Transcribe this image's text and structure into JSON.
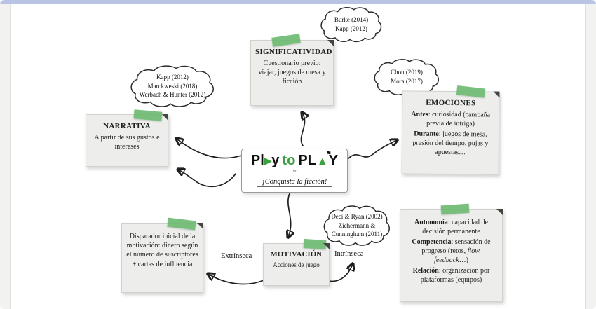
{
  "colors": {
    "accent_green": "#3aa23f",
    "tape_green": "#6ab970",
    "note_background": "#ededeb",
    "top_edge_blue": "#b9c4e4"
  },
  "logo": {
    "p1": "Pl",
    "tri": "▶",
    "p2": "y",
    "to": "to",
    "p3": "PL",
    "meeple": "▲",
    "flag": "⚑",
    "p4": "Y",
    "ornament": "~",
    "subtitle": "¡Conquista la ficción!"
  },
  "labels": {
    "extrinseca": "Extrínseca",
    "intrinseca": "Intrínseca"
  },
  "clouds": {
    "narrativa": [
      "Kapp (2012)",
      "Marckweski (2018)",
      "Werbach & Hunter (2012)"
    ],
    "significatividad": [
      "Burke (2014)",
      "Kapp (2012)"
    ],
    "emociones": [
      "Chou (2019)",
      "Mora (2017)"
    ],
    "motivacion": [
      "Deci & Ryan (2002)",
      "Zichermann &",
      "Cunningham (2011)"
    ]
  },
  "notes": {
    "significatividad": {
      "title": "SIGNIFICATIVIDAD",
      "body": "Cuestionario previo: viajar, juegos de mesa y ficción"
    },
    "narrativa": {
      "title": "NARRATIVA",
      "body": "A partir de sus gustos e intereses"
    },
    "emociones": {
      "title": "EMOCIONES",
      "lines": [
        {
          "term": "Antes",
          "rest": ": curiosidad (campaña previa de intriga)"
        },
        {
          "term": "Durante",
          "rest": ": juegos de mesa, presión del tiempo, pujas y apuestas…"
        }
      ]
    },
    "motivacion": {
      "title": "MOTIVACIÓN",
      "body": "Acciones de juego"
    },
    "disparador": {
      "body": "Disparador inicial de la motivación: dinero según el número de suscriptores + cartas de influencia"
    },
    "autonomia": {
      "lines": [
        {
          "term": "Autonomía",
          "rest": ": capacidad de decisión permanente"
        },
        {
          "term": "Competencia",
          "rest": ": sensación de progreso (retos, ",
          "italic": "flow, feedback",
          "rest2": "…)"
        },
        {
          "term": "Relación",
          "rest": ": organización por plataformas (equipos)"
        }
      ]
    }
  }
}
